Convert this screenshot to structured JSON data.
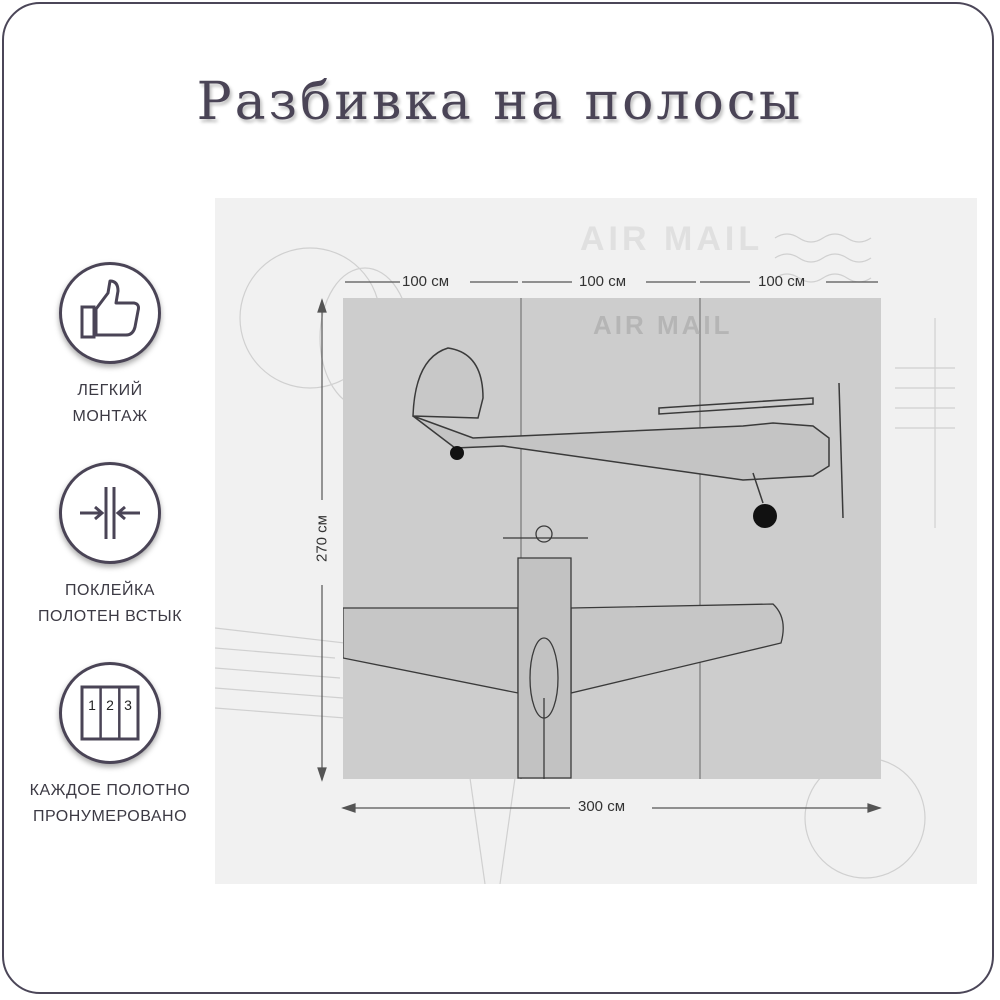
{
  "title": "Разбивка на полосы",
  "features": [
    {
      "icon": "thumbs-up-icon",
      "line1": "ЛЕГКИЙ",
      "line2": "МОНТАЖ"
    },
    {
      "icon": "seam-join-icon",
      "line1": "ПОКЛЕЙКА",
      "line2": "ПОЛОТЕН ВСТЫК"
    },
    {
      "icon": "numbered-panels-icon",
      "line1": "КАЖДОЕ ПОЛОТНО",
      "line2": "ПРОНУМЕРОВАНО",
      "numbers": [
        "1",
        "2",
        "3"
      ]
    }
  ],
  "mural": {
    "stamp_text": "AIR MAIL",
    "strip_widths": [
      "100 см",
      "100 см",
      "100 см"
    ],
    "height_label": "270 см",
    "total_width_label": "300 см"
  },
  "colors": {
    "frame": "#4b4658",
    "title": "#4a4456",
    "panel": "#cdcdcd",
    "background": "#f1f1f1"
  }
}
